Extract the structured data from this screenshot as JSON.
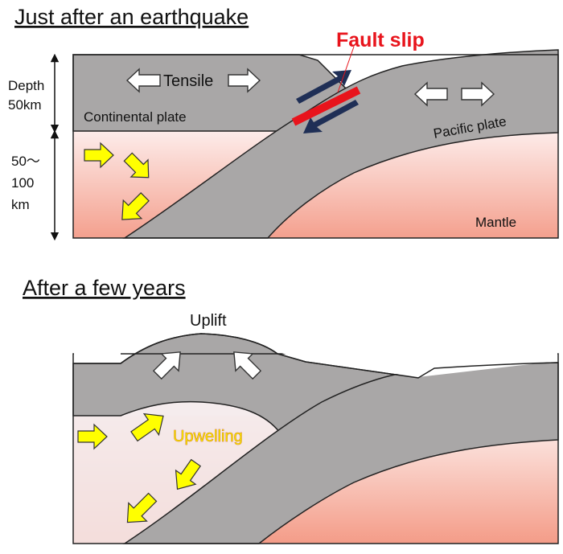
{
  "top_panel": {
    "title": "Just after an earthquake",
    "depth_label_line1": "Depth",
    "depth_label_line2": "50km",
    "depth2_line1": "50〜",
    "depth2_line2": "100",
    "depth2_line3": "km",
    "tensile_label": "Tensile",
    "continental_label": "Continental plate",
    "pacific_label": "Pacific plate",
    "mantle_label": "Mantle",
    "fault_label": "Fault slip"
  },
  "bottom_panel": {
    "title": "After a few years",
    "uplift_label": "Uplift",
    "upwelling_label": "Upwelling"
  },
  "colors": {
    "plate": "#a9a7a7",
    "mantle_top": "#fdecea",
    "mantle_bottom": "#f4a08e",
    "fault": "#e8141c",
    "slip_arrows": "#1f2f56",
    "flow_arrows": "#ffff00"
  }
}
